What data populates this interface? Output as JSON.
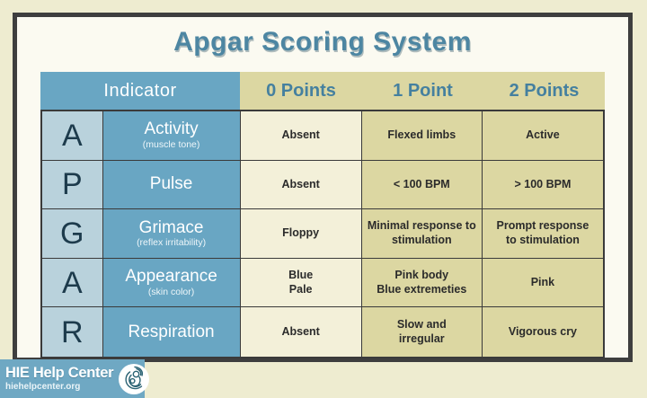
{
  "page": {
    "background": "#eeecd0",
    "frame_border_color": "#3e3e3e",
    "panel_background": "#fbfaf1"
  },
  "title": "Apgar Scoring System",
  "colors": {
    "header_blue": "#69a6c3",
    "letter_column_blue": "#b9d2dc",
    "khaki_cell": "#dcd7a2",
    "cream_cell": "#f3f0d9",
    "grid_line": "#3a3a3a",
    "accent_text_blue": "#45809f",
    "letter_text": "#1d3b4c"
  },
  "table": {
    "headers": {
      "indicator": "Indicator",
      "p0": "0 Points",
      "p1": "1 Point",
      "p2": "2 Points"
    },
    "rows": [
      {
        "letter": "A",
        "name": "Activity",
        "sub": "(muscle tone)",
        "p0": "Absent",
        "p1": "Flexed limbs",
        "p2": "Active"
      },
      {
        "letter": "P",
        "name": "Pulse",
        "sub": "",
        "p0": "Absent",
        "p1": "< 100 BPM",
        "p2": "> 100 BPM"
      },
      {
        "letter": "G",
        "name": "Grimace",
        "sub": "(reflex irritability)",
        "p0": "Floppy",
        "p1": "Minimal response to\nstimulation",
        "p2": "Prompt response\nto stimulation"
      },
      {
        "letter": "A",
        "name": "Appearance",
        "sub": "(skin color)",
        "p0": "Blue\nPale",
        "p1": "Pink body\nBlue extremeties",
        "p2": "Pink"
      },
      {
        "letter": "R",
        "name": "Respiration",
        "sub": "",
        "p0": "Absent",
        "p1": "Slow and\nirregular",
        "p2": "Vigorous cry"
      }
    ]
  },
  "footer": {
    "brand": "HIE Help Center",
    "url": "hiehelpcenter.org",
    "logo_icon": "mother-baby-logo"
  },
  "chart_data": {
    "type": "table",
    "title": "Apgar Scoring System",
    "acronym": "APGAR",
    "columns": [
      "Indicator",
      "0 Points",
      "1 Point",
      "2 Points"
    ],
    "rows": [
      [
        "Activity (muscle tone)",
        "Absent",
        "Flexed limbs",
        "Active"
      ],
      [
        "Pulse",
        "Absent",
        "< 100 BPM",
        "> 100 BPM"
      ],
      [
        "Grimace (reflex irritability)",
        "Floppy",
        "Minimal response to stimulation",
        "Prompt response to stimulation"
      ],
      [
        "Appearance (skin color)",
        "Blue / Pale",
        "Pink body / Blue extremeties",
        "Pink"
      ],
      [
        "Respiration",
        "Absent",
        "Slow and irregular",
        "Vigorous cry"
      ]
    ]
  }
}
